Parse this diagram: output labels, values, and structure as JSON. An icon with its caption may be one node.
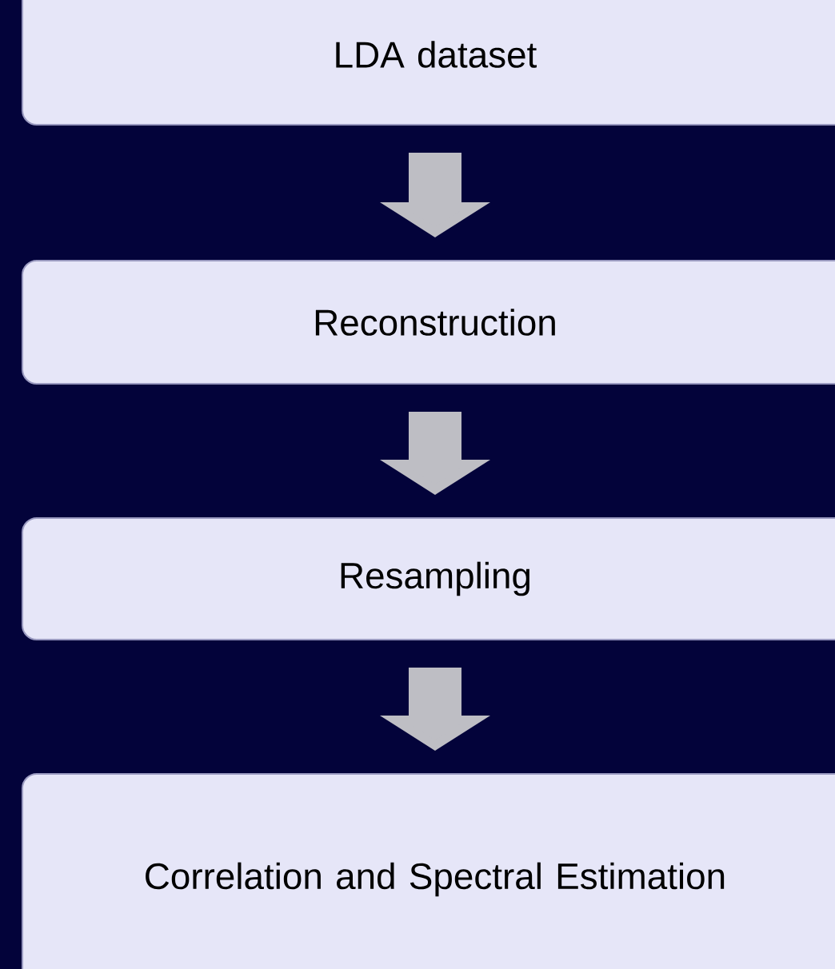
{
  "diagram": {
    "nodes": [
      {
        "text": [
          "LDA dataset"
        ]
      },
      {
        "text": [
          "Reconstruction"
        ]
      },
      {
        "text": [
          "Resampling"
        ]
      },
      {
        "text": [
          "Correlation and Spectral Estimation"
        ]
      }
    ],
    "edges": [
      {
        "from": 0,
        "to": 1,
        "arrow": "to"
      },
      {
        "from": 1,
        "to": 2,
        "arrow": "to"
      },
      {
        "from": 2,
        "to": 3,
        "arrow": "to"
      }
    ]
  }
}
